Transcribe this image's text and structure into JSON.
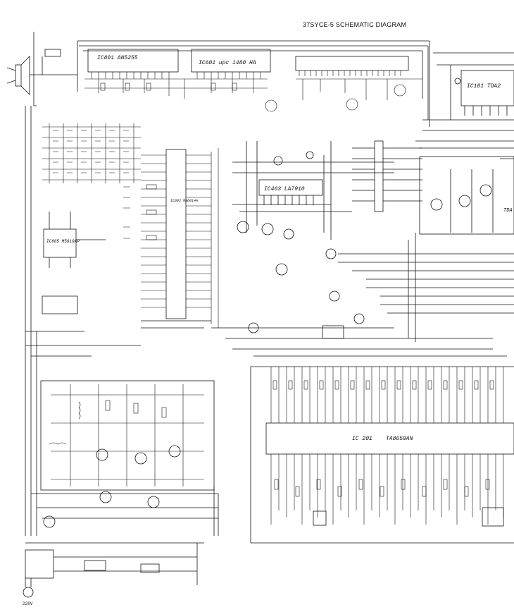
{
  "diagram": {
    "title": "37SYCE-5 SCHEMATIC DIAGRAM",
    "ics": [
      {
        "ref": "IC801 AN5255"
      },
      {
        "ref": "IC601 upc 1480 HA"
      },
      {
        "ref": "IC101 TDA2"
      },
      {
        "ref": "IC403 LA7910"
      },
      {
        "ref": "IC805 M5810AP"
      },
      {
        "ref": "IC802 MN6014A"
      },
      {
        "ref": "IC 201"
      },
      {
        "ref": "TA8659AN"
      },
      {
        "ref": "TDA"
      }
    ],
    "labels": {
      "mains": "220V"
    }
  },
  "colors": {
    "ink": "#111111",
    "paper": "#ffffff"
  }
}
